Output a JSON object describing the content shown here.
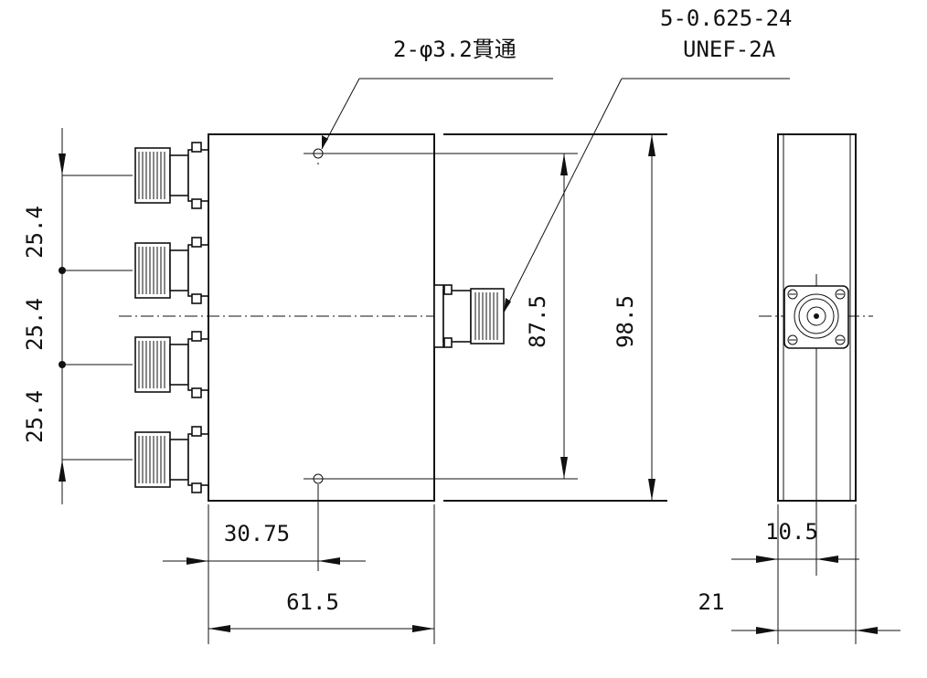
{
  "annotations": {
    "mounting_holes": "2-φ3.2貫通",
    "connector_thread_1": "5-0.625-24",
    "connector_thread_2": "UNEF-2A"
  },
  "dimensions": {
    "pitch_1": "25.4",
    "pitch_2": "25.4",
    "pitch_3": "25.4",
    "hole_spacing": "87.5",
    "body_height": "98.5",
    "hole_offset": "30.75",
    "body_width": "61.5",
    "side_connector_offset": "10.5",
    "side_thickness": "21"
  }
}
